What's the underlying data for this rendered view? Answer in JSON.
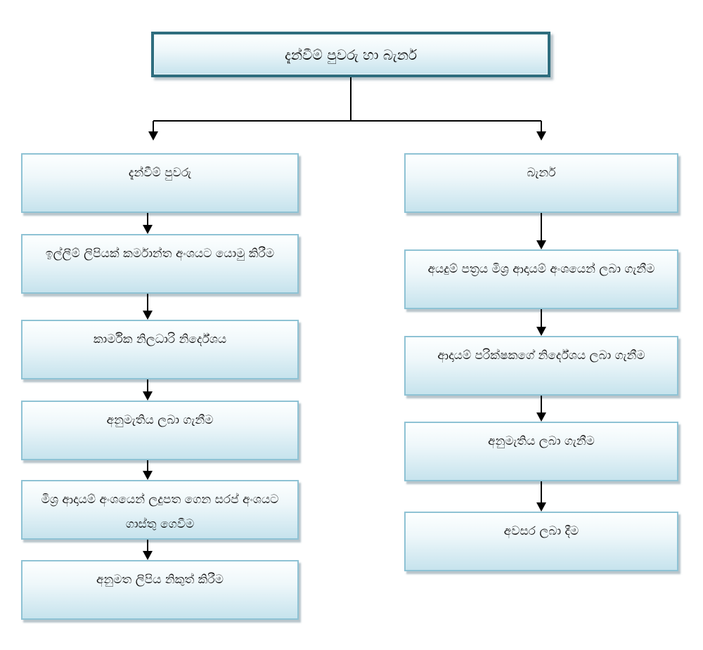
{
  "diagram": {
    "title": "දැන්වීම් පුවරු හා බැනර්",
    "left_branch": {
      "steps": [
        "දැන්වීම් පුවරු",
        "ඉල්ලීම් ලිපියක් කර්මාන්ත අංශයට යොමු කිරීම",
        "කාර්මික නිලධාරි නිර්දේශය",
        "අනුමැතිය ලබා ගැනීම",
        "මිශ්‍ර ආදායම් අංශයෙන් ලදුපත ගෙන සරප් අංශයට ගාස්තු ගෙවීම",
        "අනුමත ලිපිය නිකුත් කිරීම"
      ]
    },
    "right_branch": {
      "steps": [
        "බැනර්",
        "අයදුම් පත්‍රය මිශ්‍ර ආදායම් අංශයෙන් ලබා ගැනීම",
        "ආදායම් පරික්ෂකගේ නිර්දේශය ලබා ගැනීම",
        "අනුමැතිය ලබා ගැනීම",
        "අවසර ලබා දීම"
      ]
    },
    "colors": {
      "title_border": "#2e6d7e",
      "box_border": "#8ec2d4",
      "box_fill_top": "#fdffff",
      "box_fill_bottom": "#c6e3ed",
      "connector": "#000000",
      "shadow": "rgba(116,140,152,0.5)"
    }
  }
}
